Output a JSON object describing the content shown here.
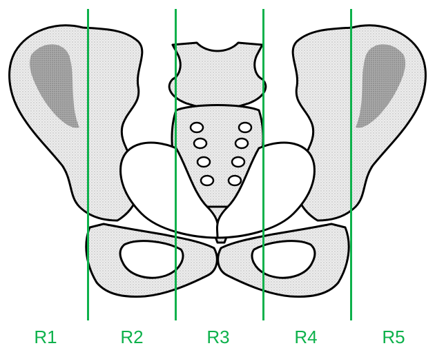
{
  "colors": {
    "line": "#0db14b",
    "label": "#0db14b",
    "bone_fill": "#f3f3f3",
    "bone_outline": "#000000",
    "bone_shade": "#8a8a8a"
  },
  "illustration": {
    "icon": "pelvis-bone-icon"
  },
  "regions": [
    {
      "label": "R1"
    },
    {
      "label": "R2"
    },
    {
      "label": "R3"
    },
    {
      "label": "R4"
    },
    {
      "label": "R5"
    }
  ]
}
